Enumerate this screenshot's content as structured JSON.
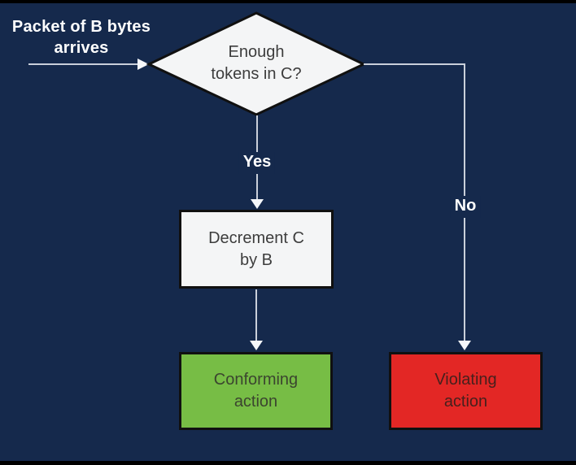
{
  "diagram": {
    "type": "flowchart",
    "nodes": {
      "start": {
        "line1": "Packet of B bytes",
        "line2": "arrives"
      },
      "decision": {
        "line1": "Enough",
        "line2": "tokens in C?"
      },
      "process": {
        "line1": "Decrement C",
        "line2": "by B"
      },
      "conforming": {
        "line1": "Conforming",
        "line2": "action"
      },
      "violating": {
        "line1": "Violating",
        "line2": "action"
      }
    },
    "edges": {
      "yes_label": "Yes",
      "no_label": "No"
    }
  },
  "colors": {
    "background": "#15294c",
    "frame": "#000000",
    "node_fill": "#f4f5f6",
    "node_border": "#101010",
    "conforming_green": "#77bd45",
    "violating_red": "#e32725",
    "connector": "#c9cfda",
    "arrowhead": "#f5f7fa",
    "text_dark": "#3d3d3d",
    "text_light": "#ffffff"
  }
}
